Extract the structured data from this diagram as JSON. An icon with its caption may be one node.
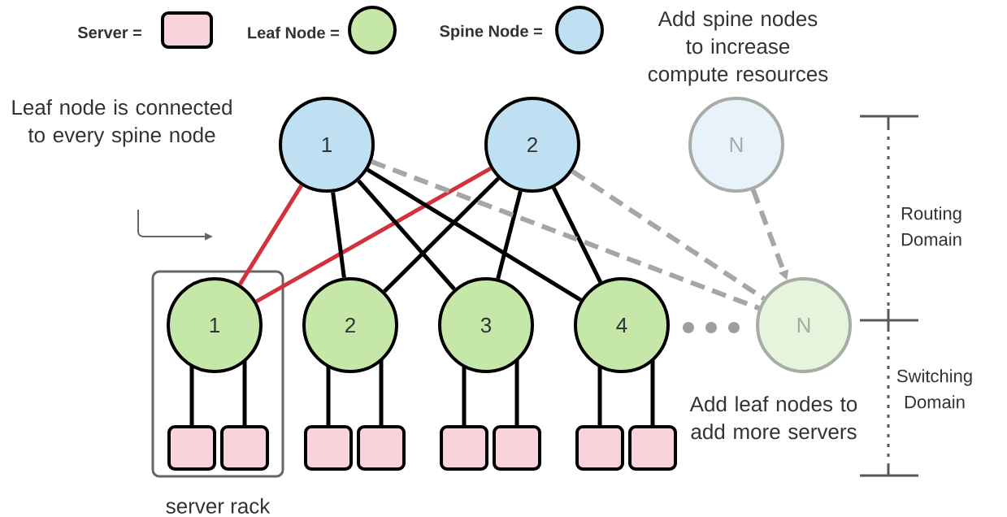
{
  "diagram": {
    "nodes": [
      {
        "text": [
          "1"
        ]
      },
      {
        "text": [
          "2"
        ]
      },
      {
        "text": [
          "N"
        ]
      },
      {
        "text": [],
        "shape": "box",
        "beside": [
          "server rack"
        ]
      },
      {
        "text": [
          "1"
        ],
        "in": 3
      },
      {
        "text": [],
        "shape": "box",
        "in": 3
      },
      {
        "text": [],
        "shape": "box",
        "in": 3
      },
      {
        "text": [
          "2"
        ]
      },
      {
        "text": [],
        "shape": "box"
      },
      {
        "text": [],
        "shape": "box"
      },
      {
        "text": [
          "3"
        ]
      },
      {
        "text": [],
        "shape": "box"
      },
      {
        "text": [],
        "shape": "box"
      },
      {
        "text": [
          "4"
        ]
      },
      {
        "text": [],
        "shape": "box"
      },
      {
        "text": [],
        "shape": "box"
      },
      {
        "text": [
          "N"
        ]
      }
    ],
    "edges": [
      {
        "from": 0,
        "to": 4,
        "arrow": "none",
        "color": "#d1323c"
      },
      {
        "from": 1,
        "to": 4,
        "arrow": "none",
        "color": "#d1323c"
      },
      {
        "from": 0,
        "to": 7,
        "arrow": "none"
      },
      {
        "from": 0,
        "to": 10,
        "arrow": "none"
      },
      {
        "from": 0,
        "to": 13,
        "arrow": "none"
      },
      {
        "from": 1,
        "to": 7,
        "arrow": "none"
      },
      {
        "from": 1,
        "to": 10,
        "arrow": "none"
      },
      {
        "from": 1,
        "to": 13,
        "arrow": "none"
      },
      {
        "from": 0,
        "to": 16,
        "arrow": "none",
        "style": "dashed",
        "color": "#a6a6a6"
      },
      {
        "from": 1,
        "to": 16,
        "arrow": "none",
        "style": "dashed",
        "color": "#a6a6a6"
      },
      {
        "from": 2,
        "to": 16,
        "arrow": "to",
        "style": "dashed",
        "color": "#a6a6a6"
      },
      {
        "from": 4,
        "to": 5,
        "arrow": "none"
      },
      {
        "from": 4,
        "to": 6,
        "arrow": "none"
      },
      {
        "from": 7,
        "to": 8,
        "arrow": "none"
      },
      {
        "from": 7,
        "to": 9,
        "arrow": "none"
      },
      {
        "from": 10,
        "to": 11,
        "arrow": "none"
      },
      {
        "from": 10,
        "to": 12,
        "arrow": "none"
      },
      {
        "from": 13,
        "to": 14,
        "arrow": "none"
      },
      {
        "from": 13,
        "to": 15,
        "arrow": "none"
      }
    ],
    "labels": [
      "Add spine nodes to increase compute resources",
      "Leaf node is connected to every spine node",
      "Routing Domain",
      "Switching Domain",
      "Add leaf nodes to add more servers"
    ],
    "legend": [
      {
        "text": "Server =",
        "color": "#f8d3dc"
      },
      {
        "text": "Leaf Node =",
        "color": "#c5e8a8"
      },
      {
        "text": "Spine Node =",
        "color": "#bfe0f2"
      }
    ]
  }
}
